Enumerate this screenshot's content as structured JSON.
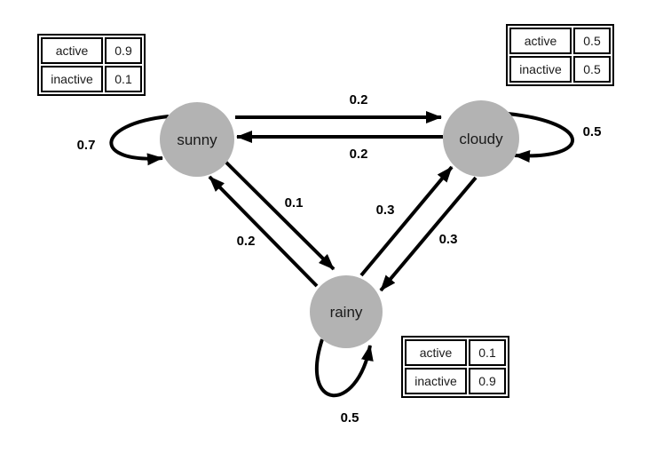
{
  "diagram": {
    "kind": "weather-state-transition-diagram",
    "background_color": "#ffffff",
    "node_fill_color": "#b3b3b3",
    "arrow_color": "#000000",
    "nodes": [
      {
        "id": "sunny",
        "label": "sunny"
      },
      {
        "id": "cloudy",
        "label": "cloudy"
      },
      {
        "id": "rainy",
        "label": "rainy"
      }
    ],
    "self_loops": [
      {
        "node": "sunny",
        "probability": "0.7"
      },
      {
        "node": "cloudy",
        "probability": "0.5"
      },
      {
        "node": "rainy",
        "probability": "0.5"
      }
    ],
    "edges": [
      {
        "from": "sunny",
        "to": "cloudy",
        "probability": "0.2"
      },
      {
        "from": "cloudy",
        "to": "sunny",
        "probability": "0.2"
      },
      {
        "from": "sunny",
        "to": "rainy",
        "probability": "0.1"
      },
      {
        "from": "rainy",
        "to": "sunny",
        "probability": "0.2"
      },
      {
        "from": "rainy",
        "to": "cloudy",
        "probability": "0.3"
      },
      {
        "from": "cloudy",
        "to": "rainy",
        "probability": "0.3"
      }
    ],
    "emission_tables": [
      {
        "node": "sunny",
        "rows": [
          {
            "label": "active",
            "value": "0.9"
          },
          {
            "label": "inactive",
            "value": "0.1"
          }
        ]
      },
      {
        "node": "cloudy",
        "rows": [
          {
            "label": "active",
            "value": "0.5"
          },
          {
            "label": "inactive",
            "value": "0.5"
          }
        ]
      },
      {
        "node": "rainy",
        "rows": [
          {
            "label": "active",
            "value": "0.1"
          },
          {
            "label": "inactive",
            "value": "0.9"
          }
        ]
      }
    ]
  }
}
